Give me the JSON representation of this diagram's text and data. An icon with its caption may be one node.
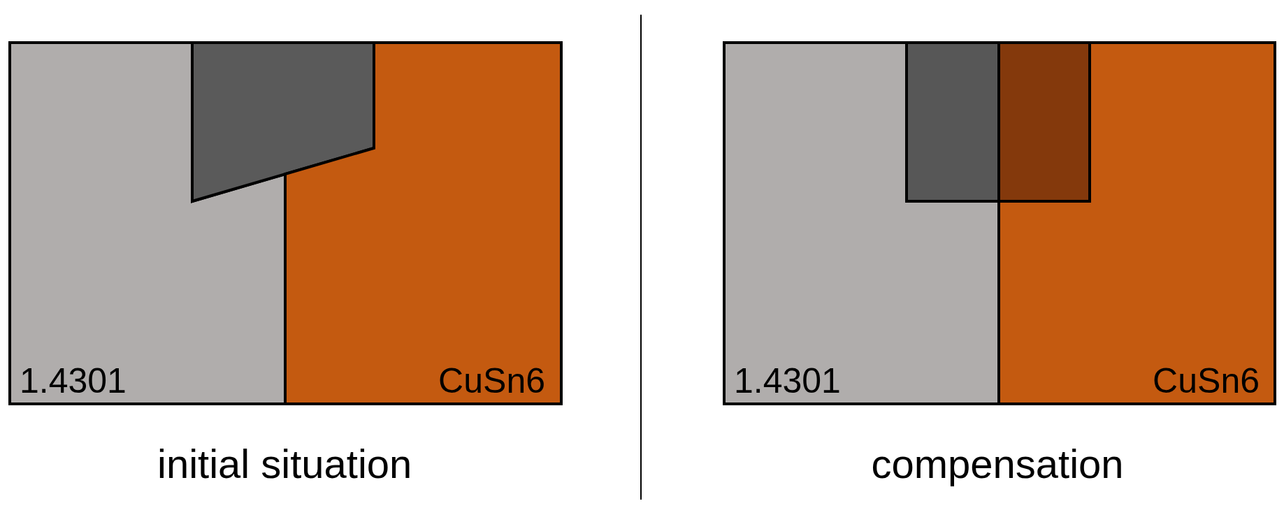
{
  "diagram": {
    "nodes": [
      {
        "text": [
          "1.4301"
        ]
      },
      {
        "text": [],
        "shape": "box"
      },
      {
        "text": [
          "CuSn6"
        ]
      },
      {
        "text": [
          "1.4301"
        ]
      },
      {
        "text": [],
        "shape": "box"
      },
      {
        "text": [
          "CuSn6"
        ]
      }
    ],
    "edges": [],
    "labels": [
      "initial situation",
      "compensation"
    ]
  }
}
